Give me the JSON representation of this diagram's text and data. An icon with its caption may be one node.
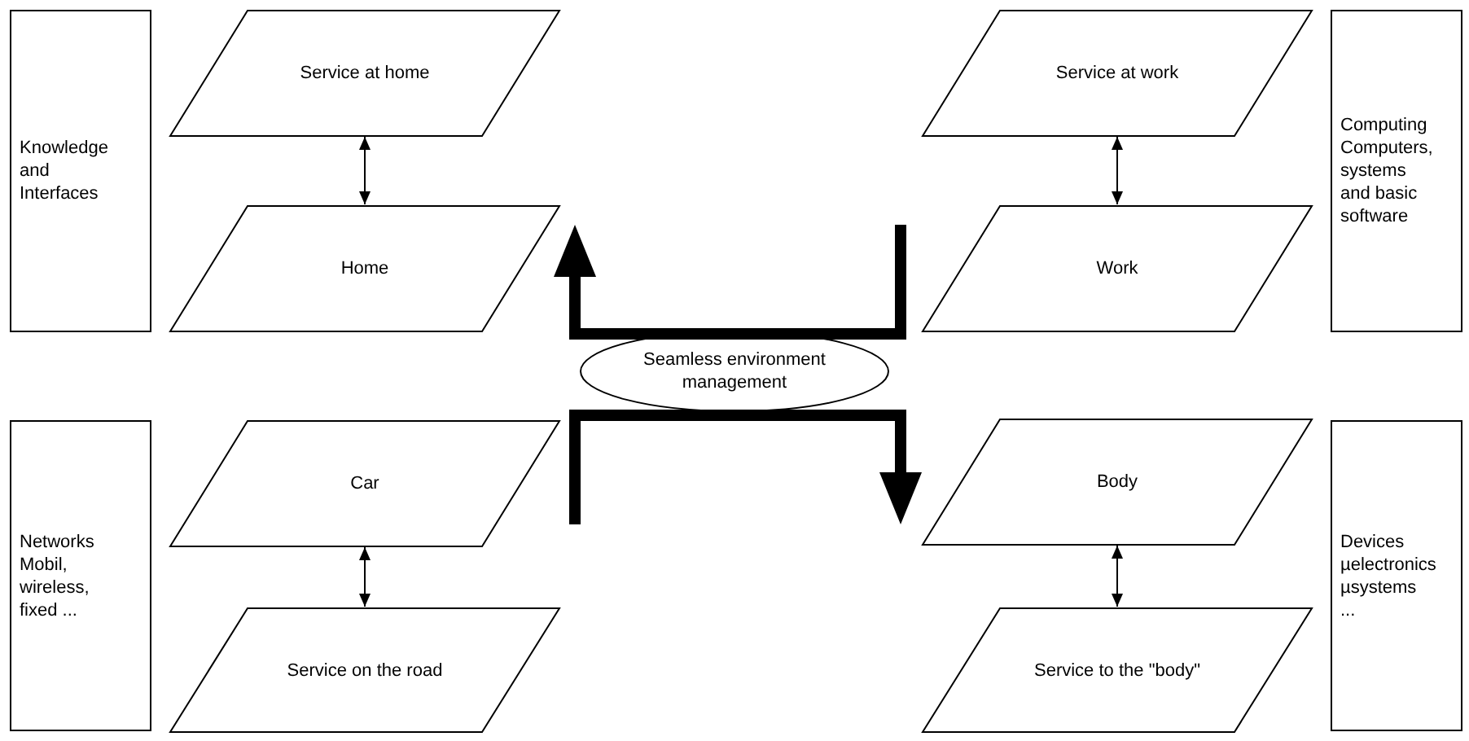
{
  "diagram": {
    "nodes": [
      {
        "text": [
          "Knowledge and Interfaces"
        ]
      },
      {
        "text": [
          "Service at home"
        ]
      },
      {
        "text": [
          "Home"
        ]
      },
      {
        "text": [
          "Service at work"
        ]
      },
      {
        "text": [
          "Work"
        ]
      },
      {
        "text": [
          "Computing",
          "Computers, systems and basic software"
        ]
      },
      {
        "text": [
          "Seamless environment management"
        ]
      },
      {
        "text": [
          "Networks",
          "Mobil, wireless, fixed ..."
        ]
      },
      {
        "text": [
          "Car"
        ]
      },
      {
        "text": [
          "Service on the road"
        ]
      },
      {
        "text": [
          "Body"
        ]
      },
      {
        "text": [
          "Service to the \"body\""
        ]
      },
      {
        "text": [
          "Devices",
          "µelectronics",
          "µsystems",
          "..."
        ]
      }
    ],
    "edges": [
      {
        "from": 1,
        "to": 2,
        "arrow": "both"
      },
      {
        "from": 3,
        "to": 4,
        "arrow": "both"
      },
      {
        "from": 8,
        "to": 9,
        "arrow": "both"
      },
      {
        "from": 10,
        "to": 11,
        "arrow": "both"
      },
      {
        "from": 4,
        "to": 2,
        "arrow": "to",
        "style": "thick"
      },
      {
        "from": 8,
        "to": 10,
        "arrow": "to",
        "style": "thick"
      }
    ]
  }
}
